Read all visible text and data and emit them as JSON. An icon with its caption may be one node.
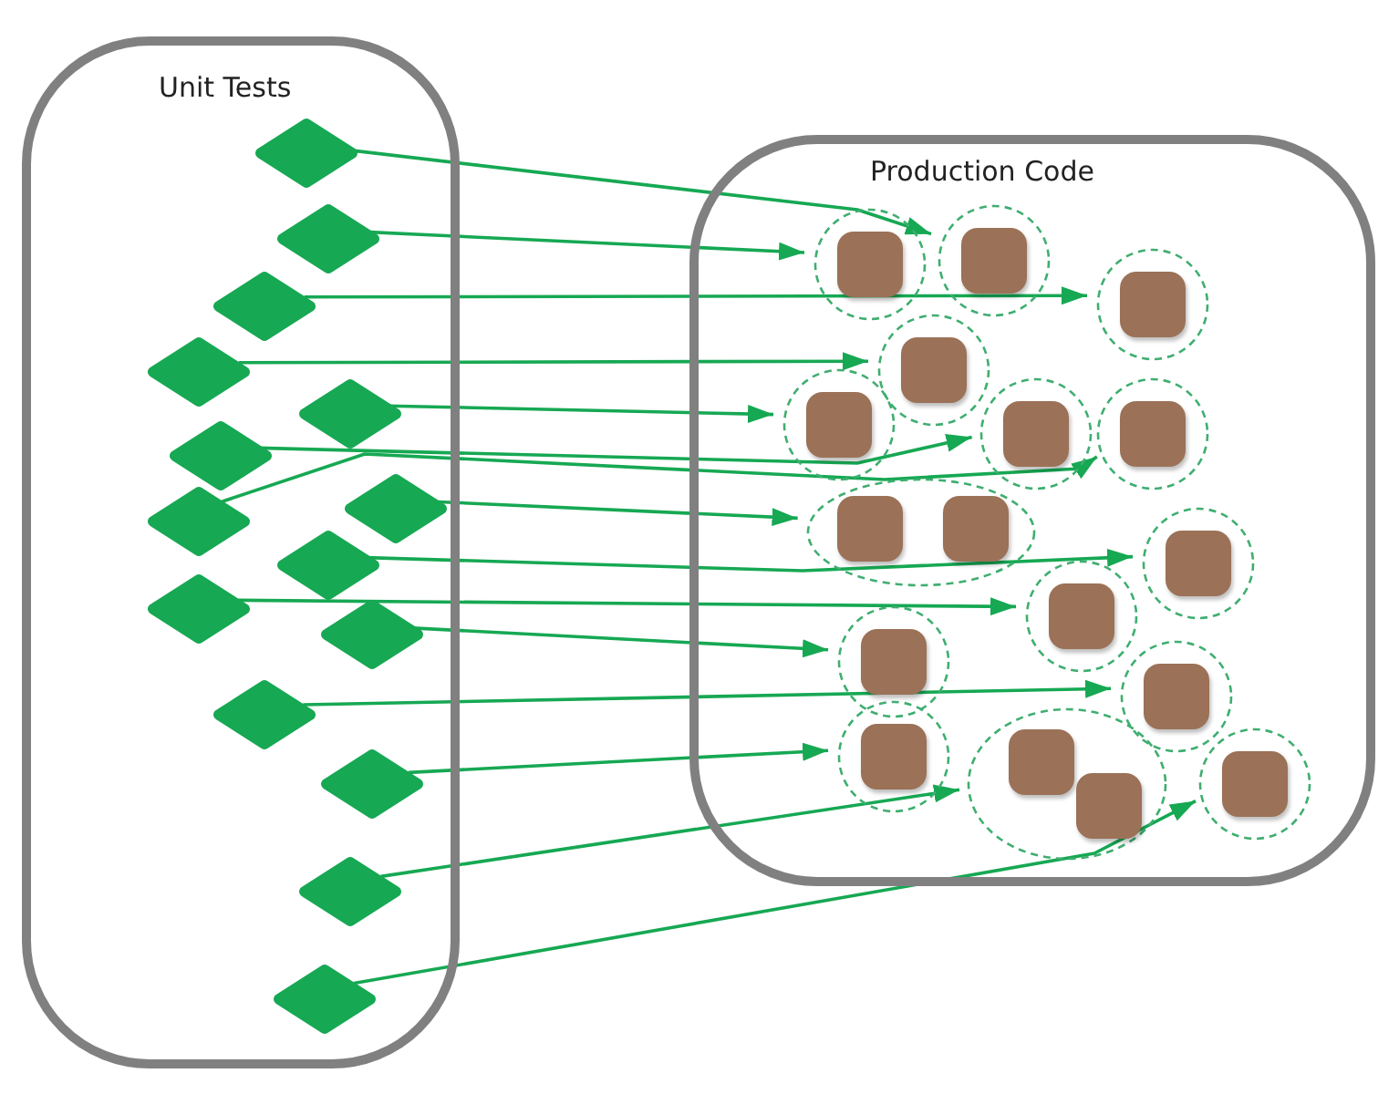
{
  "diagram": {
    "nodes": [
      {
        "text": [
          "Unit Tests"
        ]
      },
      {
        "text": [
          "Production Code"
        ]
      },
      {
        "text": [],
        "shape": "diamond",
        "in": 0
      },
      {
        "text": [],
        "shape": "diamond",
        "in": 0
      },
      {
        "text": [],
        "shape": "diamond",
        "in": 0
      },
      {
        "text": [],
        "shape": "diamond",
        "in": 0
      },
      {
        "text": [],
        "shape": "diamond",
        "in": 0
      },
      {
        "text": [],
        "shape": "diamond",
        "in": 0
      },
      {
        "text": [],
        "shape": "diamond",
        "in": 0
      },
      {
        "text": [],
        "shape": "diamond",
        "in": 0
      },
      {
        "text": [],
        "shape": "diamond",
        "in": 0
      },
      {
        "text": [],
        "shape": "diamond",
        "in": 0
      },
      {
        "text": [],
        "shape": "diamond",
        "in": 0
      },
      {
        "text": [],
        "shape": "diamond",
        "in": 0
      },
      {
        "text": [],
        "shape": "diamond",
        "in": 0
      },
      {
        "text": [],
        "shape": "diamond",
        "in": 0
      },
      {
        "text": [],
        "shape": "diamond",
        "in": 0
      },
      {
        "text": [],
        "shape": "circle",
        "in": 1
      },
      {
        "text": [],
        "shape": "box",
        "in": 17
      },
      {
        "text": [],
        "shape": "circle",
        "in": 1
      },
      {
        "text": [],
        "shape": "box",
        "in": 19
      },
      {
        "text": [],
        "shape": "circle",
        "in": 1
      },
      {
        "text": [],
        "shape": "box",
        "in": 21
      },
      {
        "text": [],
        "shape": "circle",
        "in": 1
      },
      {
        "text": [],
        "shape": "box",
        "in": 23
      },
      {
        "text": [],
        "shape": "circle",
        "in": 1
      },
      {
        "text": [],
        "shape": "box",
        "in": 25
      },
      {
        "text": [],
        "shape": "circle",
        "in": 1
      },
      {
        "text": [],
        "shape": "box",
        "in": 27
      },
      {
        "text": [],
        "shape": "circle",
        "in": 1
      },
      {
        "text": [],
        "shape": "box",
        "in": 29
      },
      {
        "text": [],
        "shape": "circle",
        "in": 1
      },
      {
        "text": [],
        "shape": "box",
        "in": 31
      },
      {
        "text": [],
        "shape": "box",
        "in": 31
      },
      {
        "text": [],
        "shape": "circle",
        "in": 1
      },
      {
        "text": [],
        "shape": "box",
        "in": 34
      },
      {
        "text": [],
        "shape": "circle",
        "in": 1
      },
      {
        "text": [],
        "shape": "box",
        "in": 36
      },
      {
        "text": [],
        "shape": "circle",
        "in": 1
      },
      {
        "text": [],
        "shape": "box",
        "in": 38
      },
      {
        "text": [],
        "shape": "circle",
        "in": 1
      },
      {
        "text": [],
        "shape": "box",
        "in": 40
      },
      {
        "text": [],
        "shape": "circle",
        "in": 1
      },
      {
        "text": [],
        "shape": "box",
        "in": 42
      },
      {
        "text": [],
        "shape": "circle",
        "in": 1
      },
      {
        "text": [],
        "shape": "box",
        "in": 44
      },
      {
        "text": [],
        "shape": "box",
        "in": 44
      },
      {
        "text": [],
        "shape": "circle",
        "in": 1
      },
      {
        "text": [],
        "shape": "box",
        "in": 47
      }
    ],
    "edges": [
      {
        "from": 2,
        "to": 19,
        "arrow": "to"
      },
      {
        "from": 3,
        "to": 17,
        "arrow": "to"
      },
      {
        "from": 4,
        "to": 21,
        "arrow": "to"
      },
      {
        "from": 5,
        "to": 23,
        "arrow": "to"
      },
      {
        "from": 6,
        "to": 25,
        "arrow": "to"
      },
      {
        "from": 7,
        "to": 27,
        "arrow": "to"
      },
      {
        "from": 8,
        "to": 31,
        "arrow": "to"
      },
      {
        "from": 9,
        "to": 29,
        "arrow": "to"
      },
      {
        "from": 10,
        "to": 36,
        "arrow": "to"
      },
      {
        "from": 11,
        "to": 34,
        "arrow": "to"
      },
      {
        "from": 12,
        "to": 38,
        "arrow": "to"
      },
      {
        "from": 13,
        "to": 40,
        "arrow": "to"
      },
      {
        "from": 14,
        "to": 42,
        "arrow": "to"
      },
      {
        "from": 15,
        "to": 44,
        "arrow": "to"
      },
      {
        "from": 16,
        "to": 47,
        "arrow": "to"
      }
    ]
  }
}
